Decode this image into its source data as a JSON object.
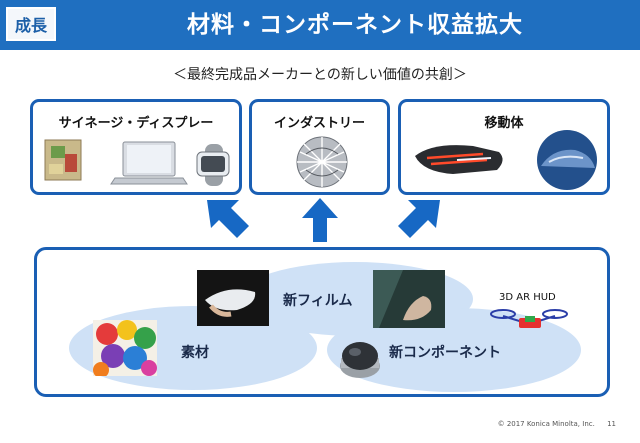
{
  "header": {
    "tag": "成長",
    "title": "材料・コンポーネント収益拡大"
  },
  "subtitle": "＜最終完成品メーカーとの新しい価値の共創＞",
  "boxes": {
    "signage": "サイネージ・ディスプレー",
    "industry": "インダストリー",
    "mobility": "移動体"
  },
  "bottom": {
    "film": "新フィルム",
    "material": "素材",
    "component": "新コンポーネント",
    "hud": "3D AR HUD"
  },
  "footer": {
    "copyright": "© 2017 Konica Minolta, Inc.",
    "page": "11"
  },
  "colors": {
    "brand_blue": "#1f6fc0",
    "border_blue": "#1a5fb4",
    "arrow_blue": "#1768c4",
    "ellipse_blue": "#cfe1f6"
  }
}
